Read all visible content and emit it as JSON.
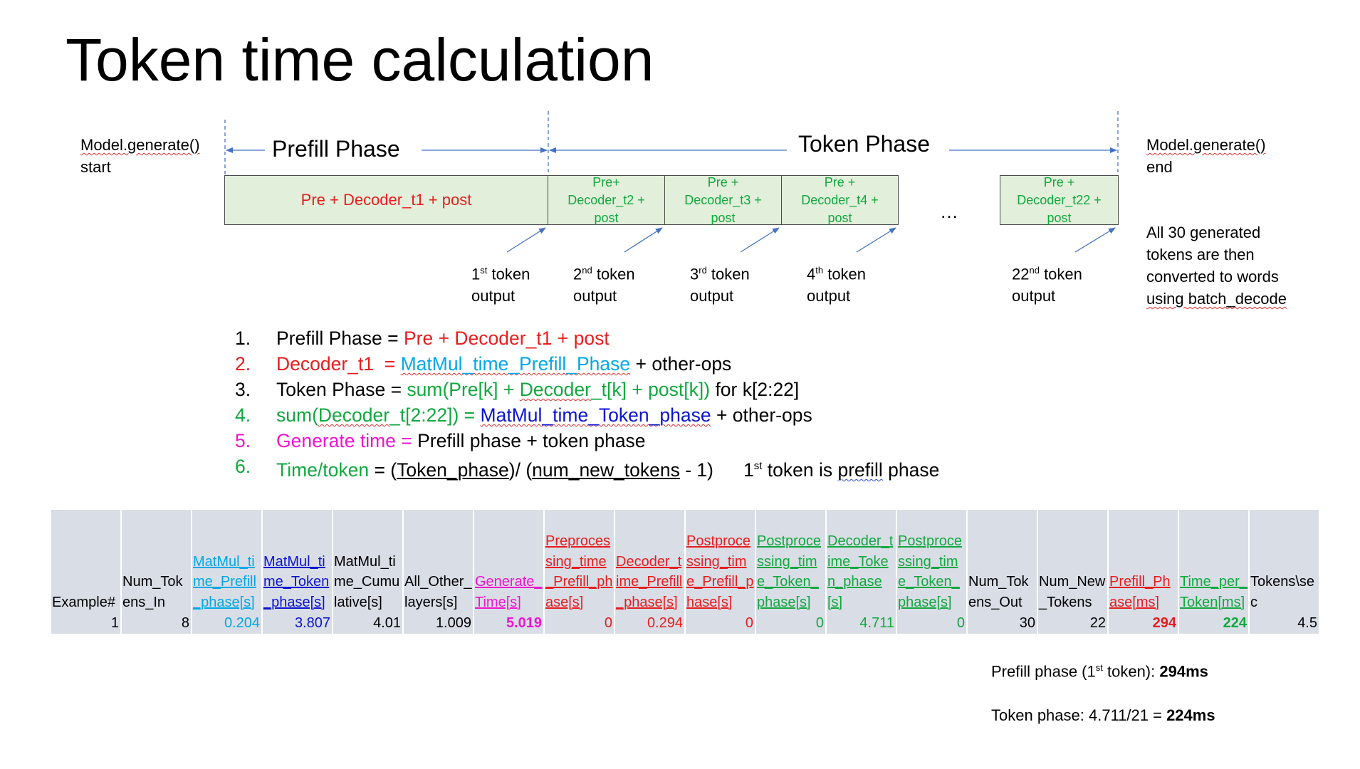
{
  "title": "Token time calculation",
  "timeline": {
    "start_label_1": "Model.generate()",
    "start_label_2": "start",
    "end_label_1": "Model.generate()",
    "end_label_2": "end",
    "prefill_label": "Prefill Phase",
    "token_label": "Token Phase",
    "ellipsis": "…",
    "box_prefill": "Pre + Decoder_t1 + post",
    "box_t2": [
      "Pre+",
      "Decoder_t2 +",
      "post"
    ],
    "box_t3": [
      "Pre +",
      "Decoder_t3 +",
      "post"
    ],
    "box_t4": [
      "Pre +",
      "Decoder_t4 +",
      "post"
    ],
    "box_t22": [
      "Pre +",
      "Decoder_t22 +",
      "post"
    ],
    "outputs": [
      {
        "num": "1",
        "sup": "st",
        "rest": " token",
        "line2": "output"
      },
      {
        "num": "2",
        "sup": "nd",
        "rest": " token",
        "line2": "output"
      },
      {
        "num": "3",
        "sup": "rd",
        "rest": " token",
        "line2": "output"
      },
      {
        "num": "4",
        "sup": "th",
        "rest": " token",
        "line2": "output"
      },
      {
        "num": "22",
        "sup": "nd",
        "rest": " token",
        "line2": "output"
      }
    ],
    "note_lines": [
      "All 30 generated",
      "tokens are then",
      "converted to words",
      "using batch_decode"
    ]
  },
  "formulas": {
    "f1": {
      "n": "1.",
      "a": "Prefill Phase = ",
      "b": "Pre + Decoder_t1 + post"
    },
    "f2": {
      "n": "2.",
      "a": "Decoder_t1",
      "b": "  = ",
      "c": "MatMul_time_Prefill_Phase",
      "d": " + other-ops"
    },
    "f3": {
      "n": "3.",
      "a": "Token Phase = ",
      "b": "sum(Pre[k] + ",
      "c": "Decoder",
      "d": "_t[k] + post[k])",
      "e": " for k[2:22]"
    },
    "f4": {
      "n": "4.",
      "a": "sum(",
      "b": "Decoder",
      "c": "_t[2:22]) = ",
      "d": "MatMul_time_Token_phase",
      "e": " + other-ops"
    },
    "f5": {
      "n": "5.",
      "a": "Generate time = ",
      "b": "Prefill phase + token phase"
    },
    "f6": {
      "n": "6.",
      "a": "Time/token",
      "b": " = (",
      "c": "Token_phase",
      "d": ")/ (",
      "e": "num_new_tokens",
      "f": " - 1)",
      "g": "1",
      "h": "st",
      "i": " token is ",
      "j": "prefill",
      "k": " phase"
    }
  },
  "table": {
    "headers": [
      "Example#",
      "Num_Tokens_In",
      "MatMul_time_Prefill_phase[s]",
      "MatMul_time_Token_phase[s]",
      "MatMul_time_Cumulative[s]",
      "All_Other_layers[s]",
      "Generate_Time[s]",
      "Preprocessing_time_Prefill_phase[s]",
      "Decoder_time_Prefill_phase[s]",
      "Postprocessing_time_Prefill_phase[s]",
      "Postprocessing_time_Token_phase[s]",
      "Decoder_time_Token_phase[s]",
      "Postprocessing_time_Token_phase[s]",
      "Num_Tokens_Out",
      "Num_New_Tokens",
      "Prefill_Phase[ms]",
      "Time_per_Token[ms]",
      "Tokens\\sec"
    ],
    "row": [
      "1",
      "8",
      "0.204",
      "3.807",
      "4.01",
      "1.009",
      "5.019",
      "0",
      "0.294",
      "0",
      "0",
      "4.711",
      "0",
      "30",
      "22",
      "294",
      "224",
      "4.5"
    ],
    "colors": {
      "cyan": "#00a8e8",
      "blue": "#0a14d0",
      "magenta": "#f014d0",
      "red": "#e61e1e",
      "green": "#11a83f"
    }
  },
  "summary": {
    "prefill_a": "Prefill phase (1",
    "prefill_sup": "st",
    "prefill_b": " token): ",
    "prefill_val": "294ms",
    "token_a": "Token phase: 4.711/21 = ",
    "token_val": "224ms"
  }
}
